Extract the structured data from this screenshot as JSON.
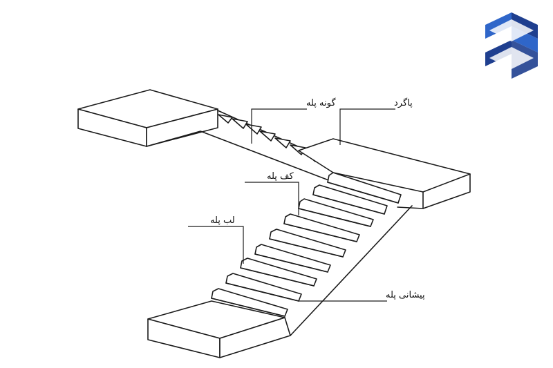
{
  "labels": {
    "riser_side": "گونه پله",
    "landing": "پاگرد",
    "tread": "کف پله",
    "nosing": "لب پله",
    "riser": "پیشانی پله"
  },
  "logo": {
    "name": "company-logo",
    "color_dark": "#1f3f8f",
    "color_light": "#2f66c9"
  }
}
